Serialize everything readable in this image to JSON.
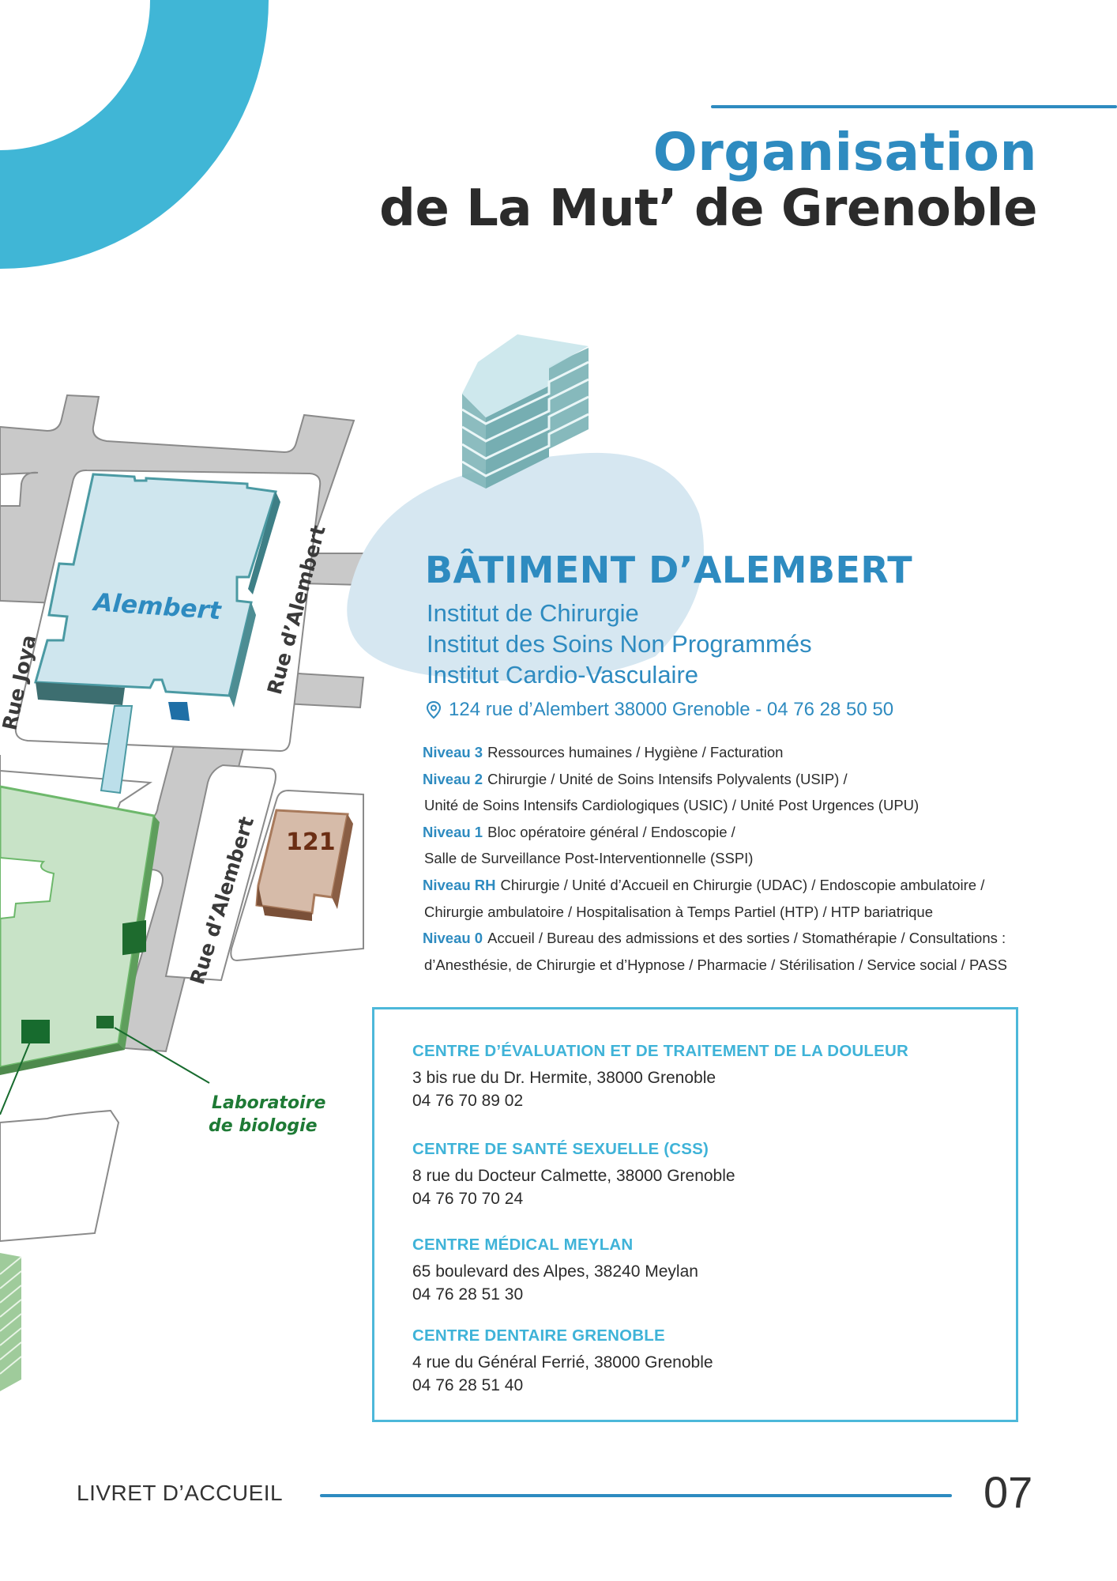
{
  "header": {
    "title_line1": "Organisation",
    "title_line2": "de La Mut’ de Grenoble"
  },
  "colors": {
    "accent_blue": "#2E8BC0",
    "light_cyan": "#40B6D6",
    "box_border": "#4DB8DA",
    "blob": "#D6E7F1",
    "text_dark": "#2B2B2B"
  },
  "map": {
    "building_label": "Alembert",
    "building_121": "121",
    "streets": [
      "Rue Joya",
      "Rue d’Alembert",
      "Rue d’Alembert"
    ],
    "lab_label_line1": "Laboratoire",
    "lab_label_line2": "de biologie"
  },
  "building": {
    "heading": "BÂTIMENT D’ALEMBERT",
    "institutes": [
      "Institut de Chirurgie",
      "Institut des Soins Non Programmés",
      "Institut Cardio-Vasculaire"
    ],
    "address_icon": "location-pin-icon",
    "address": "124 rue d’Alembert 38000 Grenoble - 04 76 28 50 50",
    "levels": [
      {
        "label": "Niveau 3",
        "text": "Ressources humaines / Hygiène / Facturation",
        "cont": ""
      },
      {
        "label": "Niveau 2",
        "text": "Chirurgie / Unité de Soins Intensifs Polyvalents (USIP) /",
        "cont": "Unité de Soins Intensifs Cardiologiques (USIC) / Unité Post Urgences (UPU)"
      },
      {
        "label": "Niveau 1",
        "text": "Bloc opératoire général / Endoscopie /",
        "cont": "Salle de Surveillance Post-Interventionnelle (SSPI)"
      },
      {
        "label": "Niveau RH",
        "text": "Chirurgie / Unité d’Accueil en Chirurgie (UDAC)  / Endoscopie ambulatoire /",
        "cont": "Chirurgie ambulatoire / Hospitalisation à Temps Partiel (HTP) / HTP bariatrique"
      },
      {
        "label": "Niveau 0",
        "text": "Accueil / Bureau des admissions et des sorties / Stomathérapie / Consultations :",
        "cont": "d’Anesthésie, de Chirurgie et d’Hypnose / Pharmacie / Stérilisation / Service social / PASS"
      }
    ]
  },
  "centres": [
    {
      "name": "CENTRE D’ÉVALUATION  ET DE TRAITEMENT DE LA DOULEUR",
      "address": "3 bis rue du Dr. Hermite, 38000 Grenoble",
      "phone": "04 76 70 89 02"
    },
    {
      "name": "CENTRE DE SANTÉ SEXUELLE (CSS)",
      "address": "8 rue du Docteur Calmette, 38000 Grenoble",
      "phone": "04 76 70 70 24"
    },
    {
      "name": "CENTRE MÉDICAL MEYLAN",
      "address": "65 boulevard des Alpes, 38240 Meylan",
      "phone": "04 76 28 51 30"
    },
    {
      "name": "CENTRE DENTAIRE GRENOBLE",
      "address": "4 rue du Général Ferrié, 38000 Grenoble",
      "phone": "04 76 28 51 40"
    }
  ],
  "footer": {
    "label": "LIVRET D’ACCUEIL",
    "page_number": "07"
  }
}
